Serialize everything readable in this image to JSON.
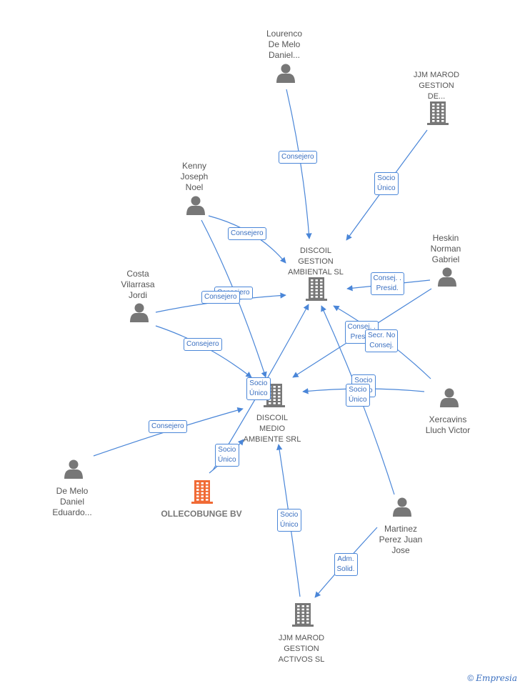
{
  "colors": {
    "edge": "#4a86d8",
    "node": "#777777",
    "focus": "#f06a35"
  },
  "nodes": [
    {
      "id": "lourenco",
      "type": "person",
      "lines": [
        "Lourenco",
        "De Melo",
        "Daniel..."
      ]
    },
    {
      "id": "jjm_de",
      "type": "company",
      "lines": [
        "JJM MAROD",
        "GESTION",
        "DE..."
      ]
    },
    {
      "id": "kenny",
      "type": "person",
      "lines": [
        "Kenny",
        "Joseph",
        "Noel"
      ]
    },
    {
      "id": "discoil_ga",
      "type": "company",
      "lines": [
        "DISCOIL",
        "GESTION",
        "AMBIENTAL SL"
      ]
    },
    {
      "id": "heskin",
      "type": "person",
      "lines": [
        "Heskin",
        "Norman",
        "Gabriel"
      ]
    },
    {
      "id": "costa",
      "type": "person",
      "lines": [
        "Costa",
        "Vilarrasa",
        "Jordi"
      ]
    },
    {
      "id": "discoil_ma",
      "type": "company",
      "lines": [
        "DISCOIL",
        "MEDIO",
        "AMBIENTE SRL"
      ]
    },
    {
      "id": "xercavins",
      "type": "person",
      "lines": [
        "Xercavins",
        "Lluch Victor"
      ]
    },
    {
      "id": "demelo",
      "type": "person",
      "lines": [
        "De Melo",
        "Daniel",
        "Eduardo..."
      ]
    },
    {
      "id": "ollecobunge",
      "type": "focus",
      "lines": [
        "OLLECOBUNGE BV"
      ]
    },
    {
      "id": "martinez",
      "type": "person",
      "lines": [
        "Martinez",
        "Perez Juan",
        "Jose"
      ]
    },
    {
      "id": "jjm_activos",
      "type": "company",
      "lines": [
        "JJM MAROD",
        "GESTION",
        "ACTIVOS SL"
      ]
    }
  ],
  "edges": [
    {
      "from": "lourenco",
      "to": "discoil_ga",
      "label": [
        "Consejero"
      ]
    },
    {
      "from": "jjm_de",
      "to": "discoil_ga",
      "label": [
        "Socio",
        "Único"
      ]
    },
    {
      "from": "kenny",
      "to": "discoil_ga",
      "label": [
        "Consejero"
      ]
    },
    {
      "from": "kenny",
      "to": "discoil_ma",
      "label": [
        "Consejero"
      ]
    },
    {
      "from": "costa",
      "to": "discoil_ga",
      "label": [
        "Consejero"
      ]
    },
    {
      "from": "costa",
      "to": "discoil_ma",
      "label": [
        "Consejero"
      ]
    },
    {
      "from": "heskin",
      "to": "discoil_ga",
      "label": [
        "Consej. .",
        "Presid."
      ]
    },
    {
      "from": "heskin",
      "to": "discoil_ma",
      "label": [
        "Consej. .",
        "Presid."
      ]
    },
    {
      "from": "xercavins",
      "to": "discoil_ga",
      "label": [
        "Secr.  No",
        "Consej."
      ]
    },
    {
      "from": "xercavins",
      "to": "discoil_ma",
      "label": [
        "Socio",
        "Único"
      ]
    },
    {
      "from": "martinez",
      "to": "discoil_ga",
      "label": [
        "Socio",
        "Único"
      ]
    },
    {
      "from": "martinez",
      "to": "jjm_activos",
      "label": [
        "Adm.",
        "Solid."
      ]
    },
    {
      "from": "demelo",
      "to": "discoil_ma",
      "label": [
        "Consejero"
      ]
    },
    {
      "from": "ollecobunge",
      "to": "discoil_ga",
      "label": [
        "Socio",
        "Único"
      ]
    },
    {
      "from": "ollecobunge",
      "to": "discoil_ma",
      "label": [
        "Socio",
        "Único"
      ]
    },
    {
      "from": "jjm_activos",
      "to": "discoil_ma",
      "label": [
        "Socio",
        "Único"
      ]
    }
  ],
  "footer": {
    "copyright": "©",
    "brand": "Empresia"
  }
}
